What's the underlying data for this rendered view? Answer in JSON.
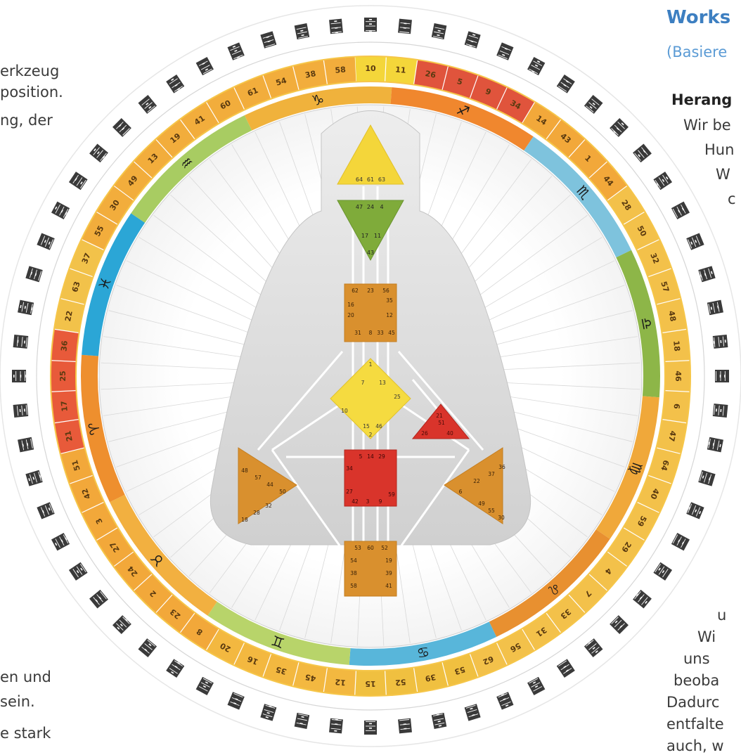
{
  "left_text": {
    "line1": "erkzeug",
    "line2": "position.",
    "line3": "ng, der",
    "line4": "en und",
    "line5": "sein.",
    "line6": "e stark"
  },
  "right_text": {
    "title": "Works",
    "subtitle": "(Basiere",
    "heading": "Herang",
    "lines": [
      "Wir be",
      "Hun",
      "W",
      "c",
      "u",
      "Wi",
      "uns",
      "beoba",
      "Dadurc",
      "entfalte",
      "auch, w"
    ]
  },
  "wheel": {
    "outer_gates": [
      "10",
      "11",
      "26",
      "5",
      "9",
      "34",
      "14",
      "43",
      "1",
      "44",
      "28",
      "50",
      "32",
      "57",
      "48",
      "18",
      "46",
      "6",
      "47",
      "64",
      "40",
      "59",
      "29",
      "4",
      "7",
      "33",
      "31",
      "56",
      "62",
      "53",
      "39",
      "52",
      "15",
      "12",
      "45",
      "35",
      "16",
      "20",
      "8",
      "23",
      "2",
      "24",
      "27",
      "3",
      "42",
      "51",
      "21",
      "17",
      "25",
      "36",
      "22",
      "63",
      "37",
      "55",
      "30",
      "49",
      "13",
      "19",
      "41",
      "60",
      "61",
      "54",
      "38",
      "58"
    ],
    "zodiac_symbols": [
      "♑",
      "♐",
      "♏",
      "♎",
      "♍",
      "♌",
      "♋",
      "♊",
      "♉",
      "♈",
      "♓",
      "♒"
    ],
    "colors": {
      "yellow": "#f4d63a",
      "orange": "#f2a83a",
      "red": "#d9342b",
      "green": "#8db648",
      "blue": "#2ba6d6",
      "center_brown": "#d9902e",
      "body_gray": "#dcdcdc"
    }
  },
  "centers": {
    "head": [
      "64",
      "61",
      "63"
    ],
    "ajna_top": [
      "47",
      "24",
      "4"
    ],
    "ajna_bottom": [
      "17",
      "11",
      "43"
    ],
    "throat": [
      "62",
      "23",
      "56",
      "16",
      "35",
      "20",
      "12",
      "31",
      "8",
      "33",
      "45"
    ],
    "g": [
      "1",
      "7",
      "13",
      "10",
      "25",
      "15",
      "46",
      "2"
    ],
    "ego": [
      "21",
      "51",
      "26",
      "40"
    ],
    "spleen": [
      "48",
      "57",
      "44",
      "50",
      "18",
      "28",
      "32"
    ],
    "solar_plexus": [
      "36",
      "37",
      "22",
      "6",
      "49",
      "55",
      "30"
    ],
    "sacral": [
      "5",
      "14",
      "29",
      "34",
      "27",
      "59",
      "42",
      "3",
      "9"
    ],
    "root": [
      "53",
      "60",
      "52",
      "54",
      "19",
      "38",
      "39",
      "58",
      "41"
    ]
  }
}
